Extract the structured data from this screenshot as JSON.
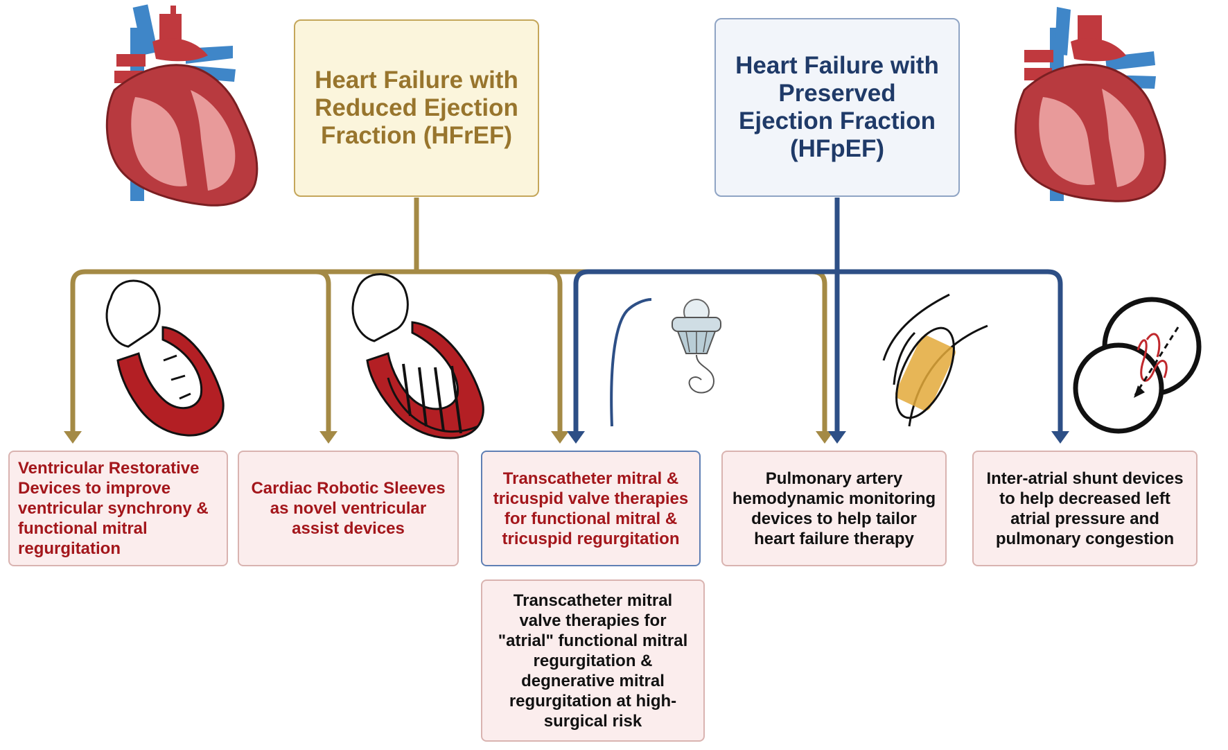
{
  "hfref": {
    "title": "Heart Failure with Reduced Ejection Fraction (HFrEF)",
    "color": "#98752d"
  },
  "hfpef": {
    "title": "Heart Failure with Preserved Ejection Fraction (HFpEF)",
    "color": "#1f3a68"
  },
  "devices": [
    {
      "label": "Ventricular Restorative Devices to improve ventricular synchrony & functional mitral regurgitation",
      "icon": "ventricle-outline-icon"
    },
    {
      "label": "Cardiac Robotic Sleeves as novel ventricular assist devices",
      "icon": "robotic-sleeve-heart-icon"
    },
    {
      "label": "Transcatheter mitral & tricuspid valve therapies for functional mitral & tricuspid regurgitation",
      "icon": "transcatheter-valve-device-icon"
    },
    {
      "label": "Pulmonary artery hemodynamic monitoring devices to help tailor heart failure therapy",
      "icon": "pulmonary-artery-sensor-icon"
    },
    {
      "label": "Inter-atrial shunt devices to help decreased left atrial pressure and pulmonary congestion",
      "icon": "inter-atrial-shunt-icon"
    },
    {
      "label": "Transcatheter mitral valve therapies for \"atrial\" functional mitral regurgitation & degnerative mitral regurgitation at high-surgical risk"
    }
  ],
  "colors": {
    "hfref_line": "#a48a45",
    "hfpef_line": "#2d4f86",
    "red_text": "#a3161b",
    "heart_red": "#b83a3f",
    "vessel_blue": "#3f86c8"
  }
}
